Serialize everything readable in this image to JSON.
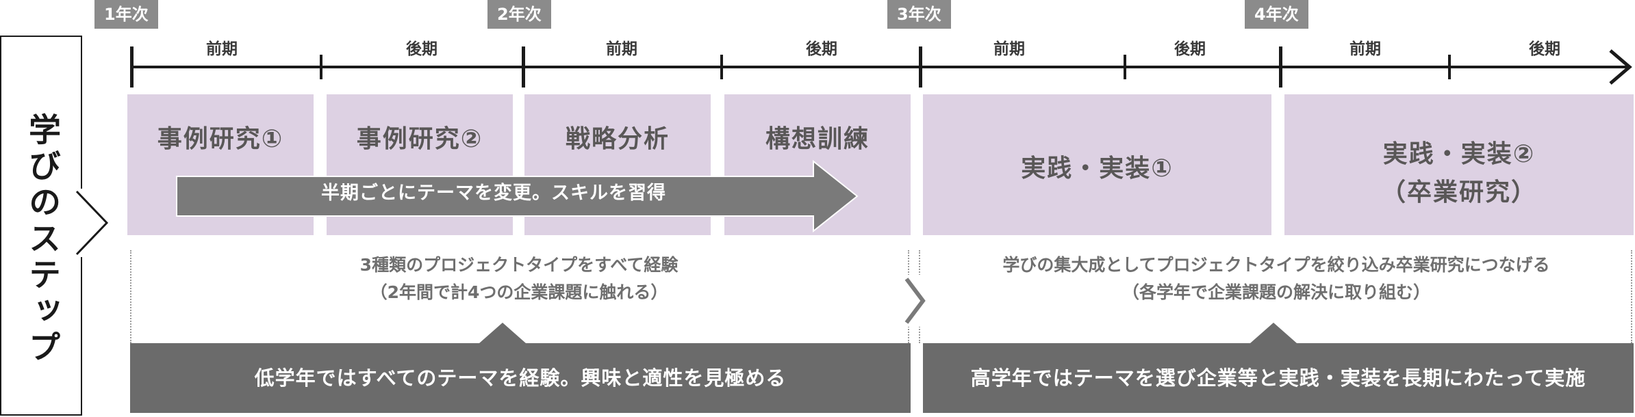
{
  "side_title": "学びのステップ",
  "years": [
    "1年次",
    "2年次",
    "3年次",
    "4年次"
  ],
  "terms": [
    "前期",
    "後期",
    "前期",
    "後期",
    "前期",
    "後期",
    "前期",
    "後期"
  ],
  "phases": [
    "事例研究①",
    "事例研究②",
    "戦略分析",
    "構想訓練",
    "実践・実装①",
    "実践・実装②",
    "（卒業研究）"
  ],
  "arrow_text": "半期ごとにテーマを変更。スキルを習得",
  "left_desc": [
    "3種類のプロジェクトタイプをすべて経験",
    "（2年間で計4つの企業課題に触れる）"
  ],
  "right_desc": [
    "学びの集大成としてプロジェクトタイプを絞り込み卒業研究につなげる",
    "（各学年で企業課題の解決に取り組む）"
  ],
  "left_bar": "低学年ではすべてのテーマを経験。興味と適性を見極める",
  "right_bar": "高学年ではテーマを選び企業等と実践・実装を長期にわたって実施",
  "colors": {
    "phase_fill": "#ddd1e3",
    "bar_fill": "#6b6b6b",
    "tag_fill": "#8b8b8b",
    "arrow_fill": "#7a7a7a"
  }
}
